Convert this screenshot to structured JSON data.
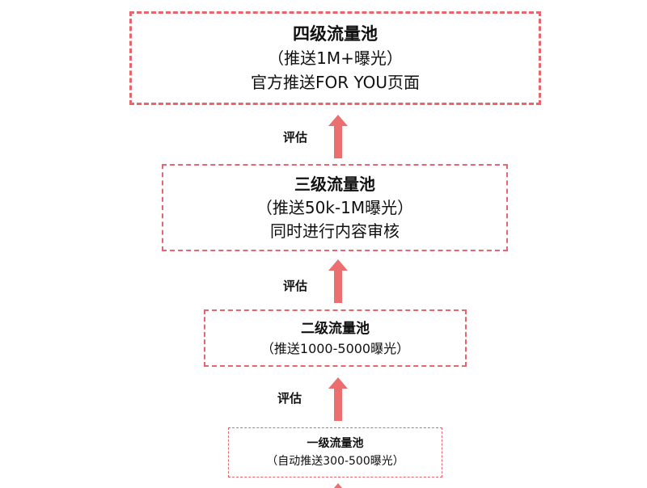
{
  "colors": {
    "border": "#e5666e",
    "arrow": "#ec6f6f"
  },
  "pools": [
    {
      "title": "四级流量池",
      "lines": [
        "（推送1M+曝光）",
        "官方推送FOR YOU页面"
      ]
    },
    {
      "title": "三级流量池",
      "lines": [
        "（推送50k-1M曝光）",
        "同时进行内容审核"
      ]
    },
    {
      "title": "二级流量池",
      "lines": [
        "（推送1000-5000曝光）"
      ]
    },
    {
      "title": "一级流量池",
      "lines": [
        "（自动推送300-500曝光）"
      ]
    }
  ],
  "arrows": [
    {
      "label": "评估"
    },
    {
      "label": "评估"
    },
    {
      "label": "评估"
    }
  ]
}
